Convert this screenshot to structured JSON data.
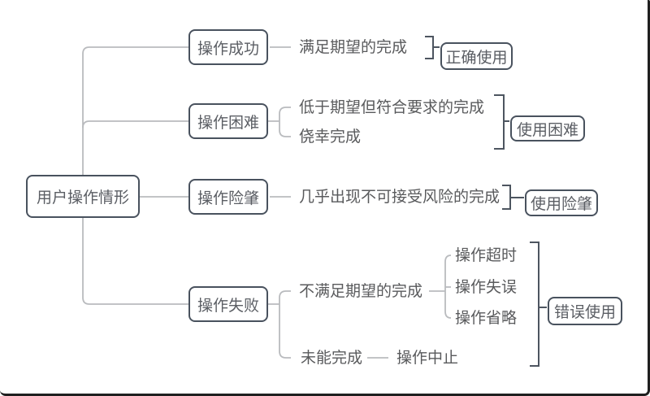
{
  "palette": {
    "node_border": "#49525e",
    "node_text": "#5b5e64",
    "leaf_text": "#595a5c",
    "connector": "#b9bbbe",
    "bracket": "#4d5560",
    "frame_border": "#1f1f1f",
    "background": "#ffffff"
  },
  "diagram": {
    "root": {
      "label": "用户操作情形"
    },
    "branches": [
      {
        "label": "操作成功",
        "outcomes": [
          {
            "text": "满足期望的完成"
          }
        ],
        "category": "正确使用"
      },
      {
        "label": "操作困难",
        "outcomes": [
          {
            "text": "低于期望但符合要求的完成"
          },
          {
            "text": "侥幸完成"
          }
        ],
        "category": "使用困难"
      },
      {
        "label": "操作险肇",
        "outcomes": [
          {
            "text": "几乎出现不可接受风险的完成"
          }
        ],
        "category": "使用险肇"
      },
      {
        "label": "操作失败",
        "outcomes": [
          {
            "text": "不满足期望的完成",
            "sub_outcomes": [
              "操作超时",
              "操作失误",
              "操作省略"
            ]
          },
          {
            "text": "未能完成",
            "sub_outcomes": [
              "操作中止"
            ]
          }
        ],
        "category": "错误使用"
      }
    ]
  }
}
